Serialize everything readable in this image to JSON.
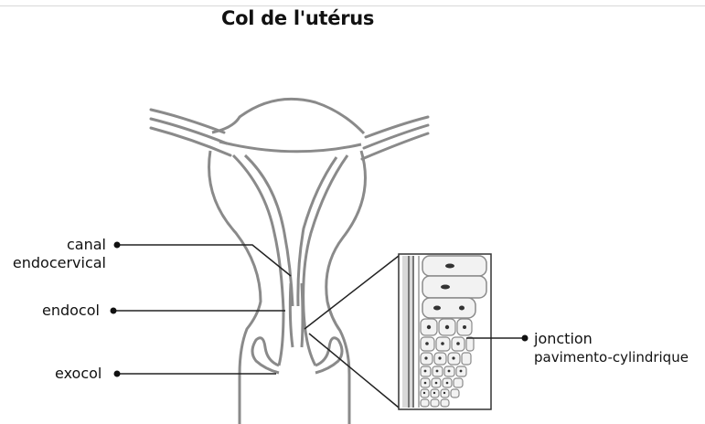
{
  "title": "Col de l'utérus",
  "labels": {
    "canal_line1": "canal",
    "canal_line2": "endocervical",
    "endocol": "endocol",
    "exocol": "exocol",
    "jonction_line1": "jonction",
    "jonction_line2": "pavimento-cylindrique"
  },
  "colors": {
    "outline": "#8a8a8a",
    "leader": "#222222",
    "cell_fill": "#f2f2f2",
    "nucleus": "#333333"
  }
}
